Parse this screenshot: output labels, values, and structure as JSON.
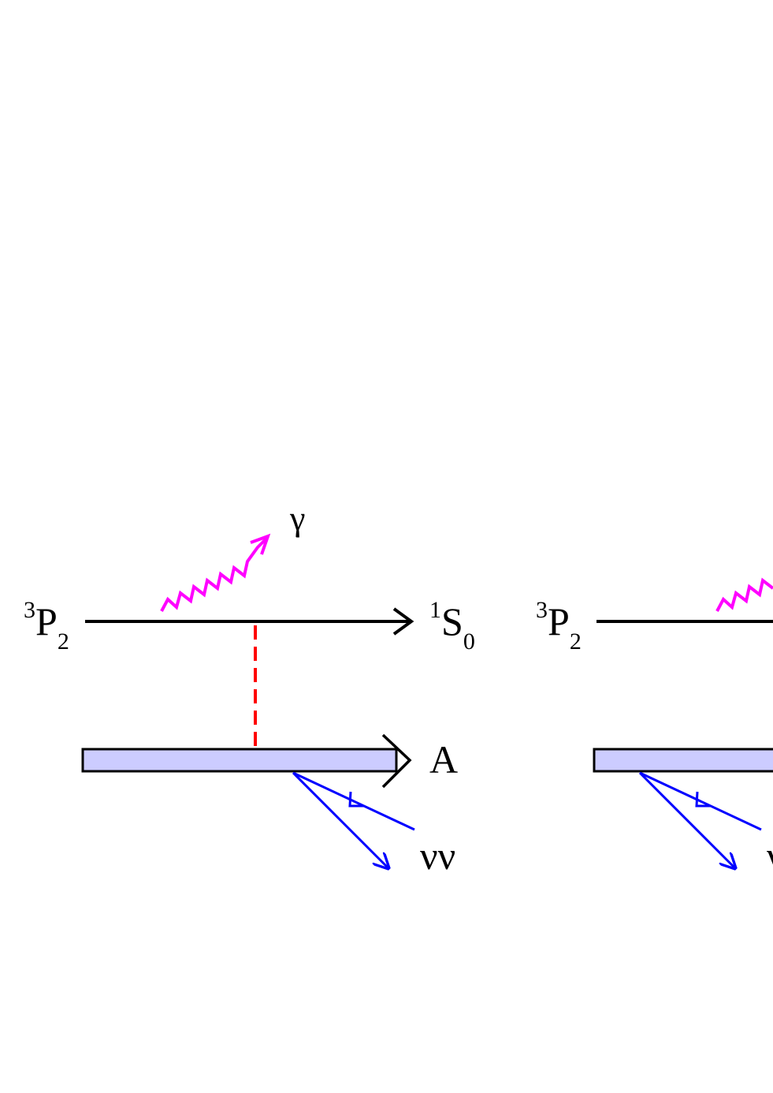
{
  "diagrams": [
    {
      "initial": {
        "sup": "3",
        "main": "P",
        "sub": "2"
      },
      "final": {
        "sup": "1",
        "main": "S",
        "sub": "0"
      },
      "photon": "γ",
      "nucleus": "A",
      "neutrinos": "νν"
    },
    {
      "initial": {
        "sup": "3",
        "main": "P",
        "sub": "2"
      },
      "neutrinos": "ν"
    }
  ],
  "colors": {
    "line": "#000000",
    "photon": "#ff00ff",
    "exchange": "#ff0000",
    "nucleus_fill": "#ccccff",
    "neutrino": "#0000ff"
  }
}
